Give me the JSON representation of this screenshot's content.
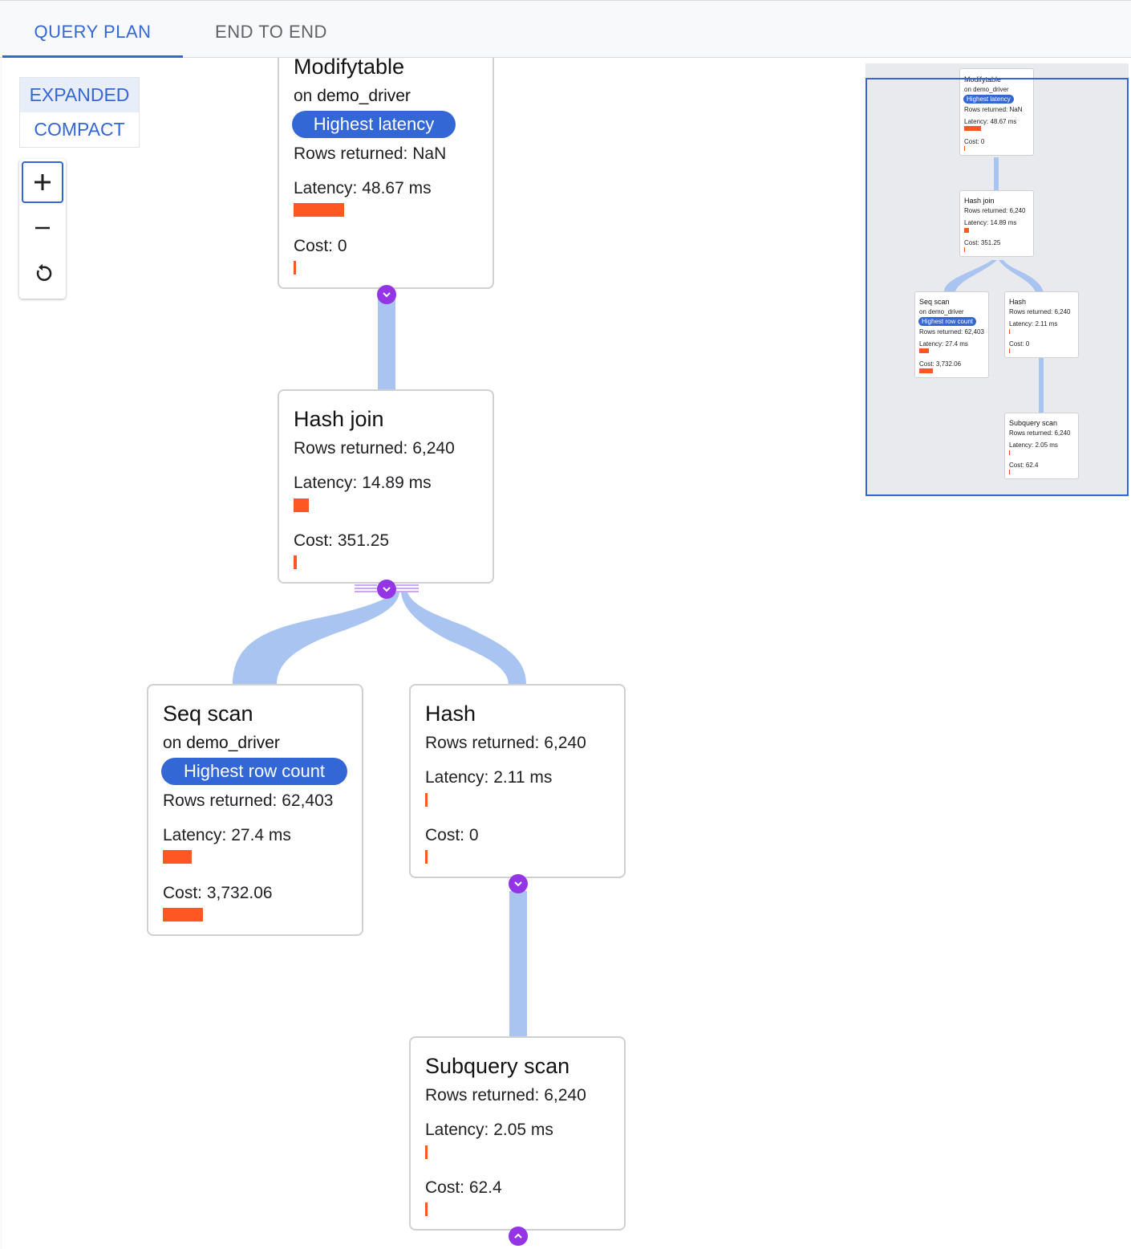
{
  "tabs": [
    {
      "label": "QUERY PLAN",
      "active": true
    },
    {
      "label": "END TO END",
      "active": false
    }
  ],
  "view_modes": {
    "expanded": "EXPANDED",
    "compact": "COMPACT",
    "selected": "EXPANDED"
  },
  "zoom_controls": {
    "zoom_in": "+",
    "zoom_out": "−"
  },
  "colors": {
    "accent": "#3367d6",
    "bar": "#ff5722",
    "edge": "#aac4f2",
    "chevron": "#9334e6"
  },
  "nodes": {
    "modifytable": {
      "title": "Modifytable",
      "on_prefix": "on",
      "on_table": "demo_driver",
      "badge": "Highest latency",
      "rows": "Rows returned: NaN",
      "latency": "Latency: 48.67 ms",
      "cost": "Cost: 0"
    },
    "hash_join": {
      "title": "Hash join",
      "rows": "Rows returned: 6,240",
      "latency": "Latency: 14.89 ms",
      "cost": "Cost: 351.25"
    },
    "seq_scan": {
      "title": "Seq scan",
      "on_prefix": "on",
      "on_table": "demo_driver",
      "badge": "Highest row count",
      "rows": "Rows returned: 62,403",
      "latency": "Latency: 27.4 ms",
      "cost": "Cost: 3,732.06"
    },
    "hash": {
      "title": "Hash",
      "rows": "Rows returned: 6,240",
      "latency": "Latency: 2.11 ms",
      "cost": "Cost: 0"
    },
    "subquery_scan": {
      "title": "Subquery scan",
      "rows": "Rows returned: 6,240",
      "latency": "Latency: 2.05 ms",
      "cost": "Cost: 62.4"
    }
  }
}
